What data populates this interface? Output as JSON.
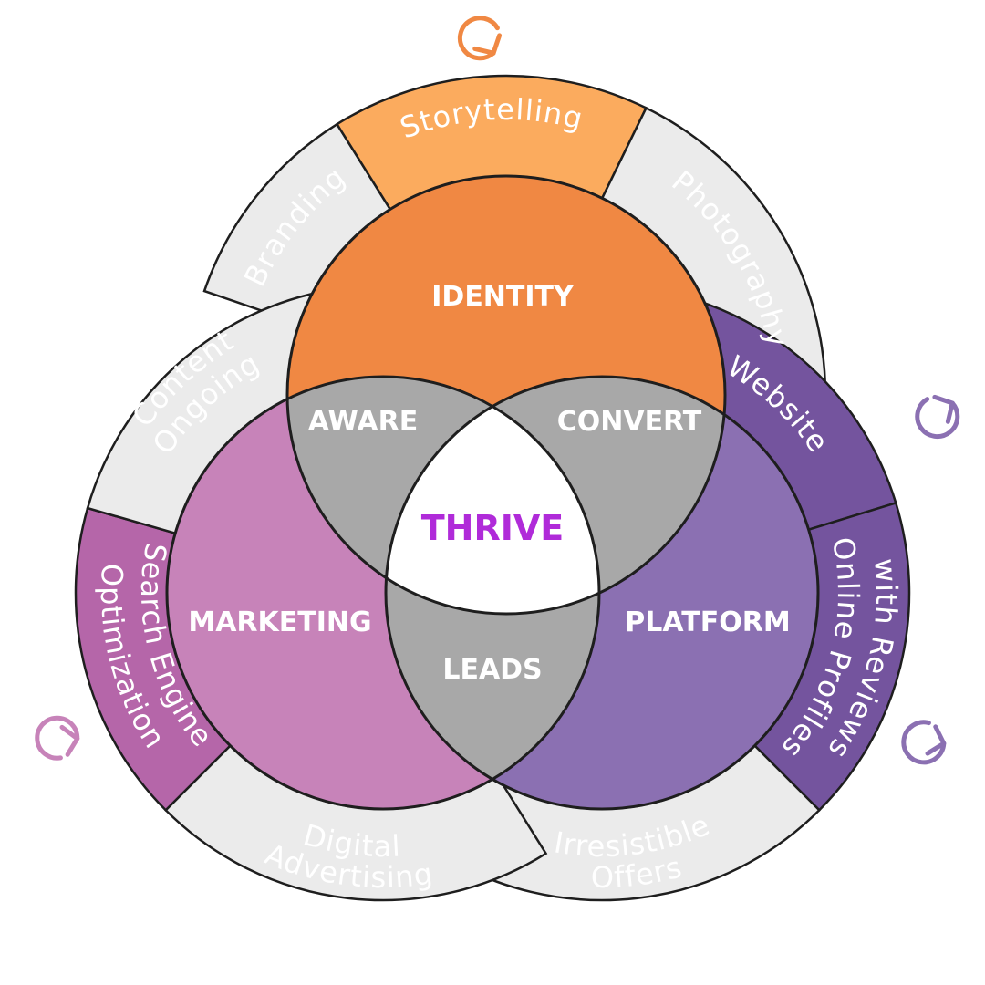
{
  "colors": {
    "identity": "#f08843",
    "identity_ring": "#fbab5e",
    "marketing": "#c783b9",
    "marketing_ring": "#b566a9",
    "platform": "#8b70b2",
    "platform_ring": "#74549e",
    "overlap": "#a8a8a8",
    "neutral_ring": "#ebebeb",
    "center": "#ffffff",
    "thrive_text": "#b02bd9",
    "arrow_orange": "#f08843",
    "arrow_pink": "#c783b9",
    "arrow_purple": "#8b70b2"
  },
  "circles": {
    "identity": "IDENTITY",
    "marketing": "MARKETING",
    "platform": "PLATFORM"
  },
  "overlaps": {
    "aware": "AWARE",
    "convert": "CONVERT",
    "leads": "LEADS",
    "center": "THRIVE"
  },
  "ring_segments": {
    "storytelling": "Storytelling",
    "branding": "Branding",
    "photography": "Photography",
    "website": "Website",
    "online_profiles_line1": "Online Profiles",
    "online_profiles_line2": "with Reviews",
    "irresistible_offers_line1": "Irresistible",
    "irresistible_offers_line2": "Offers",
    "digital_advertising_line1": "Digital",
    "digital_advertising_line2": "Advertising",
    "seo_line1": "Search Engine",
    "seo_line2": "Optimization",
    "ongoing_content_line1": "Ongoing",
    "ongoing_content_line2": "Content"
  },
  "icons": {
    "top": "rotate-arrow-icon",
    "right_upper": "rotate-arrow-icon",
    "right_lower": "rotate-arrow-icon",
    "left": "rotate-arrow-icon"
  }
}
